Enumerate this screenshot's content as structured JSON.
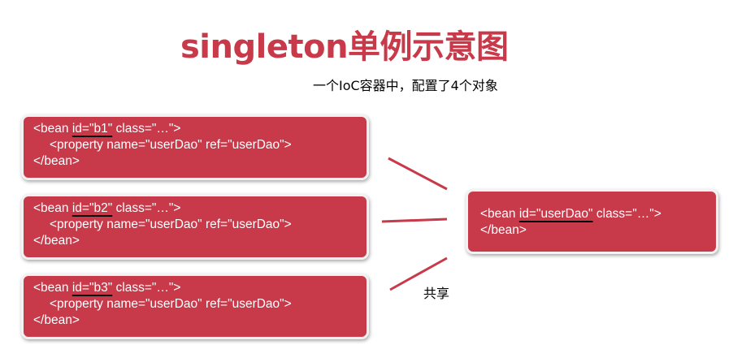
{
  "title": "singleton单例示意图",
  "subtitle": "一个IoC容器中，配置了4个对象",
  "share_label": "共享",
  "colors": {
    "box_fill": "#c8394a",
    "title": "#c8394a",
    "connector": "#c8394a",
    "underline": "#000000"
  },
  "beans": [
    {
      "open_prefix": "<bean ",
      "id_attr": "id=\"b1\"",
      "class_attr": " class=\"…\">",
      "property_line": "<property name=\"userDao\" ref=\"userDao\">",
      "close_line": "</bean>"
    },
    {
      "open_prefix": "<bean ",
      "id_attr": "id=\"b2\"",
      "class_attr": " class=\"…\">",
      "property_line": "<property name=\"userDao\" ref=\"userDao\">",
      "close_line": "</bean>"
    },
    {
      "open_prefix": "<bean ",
      "id_attr": "id=\"b3\"",
      "class_attr": " class=\"…\">",
      "property_line": "<property name=\"userDao\" ref=\"userDao\">",
      "close_line": "</bean>"
    }
  ],
  "target_bean": {
    "open_prefix": "<bean ",
    "id_attr": "id=\"userDao\"",
    "class_attr": " class=\"…\">",
    "close_line": "</bean>"
  }
}
